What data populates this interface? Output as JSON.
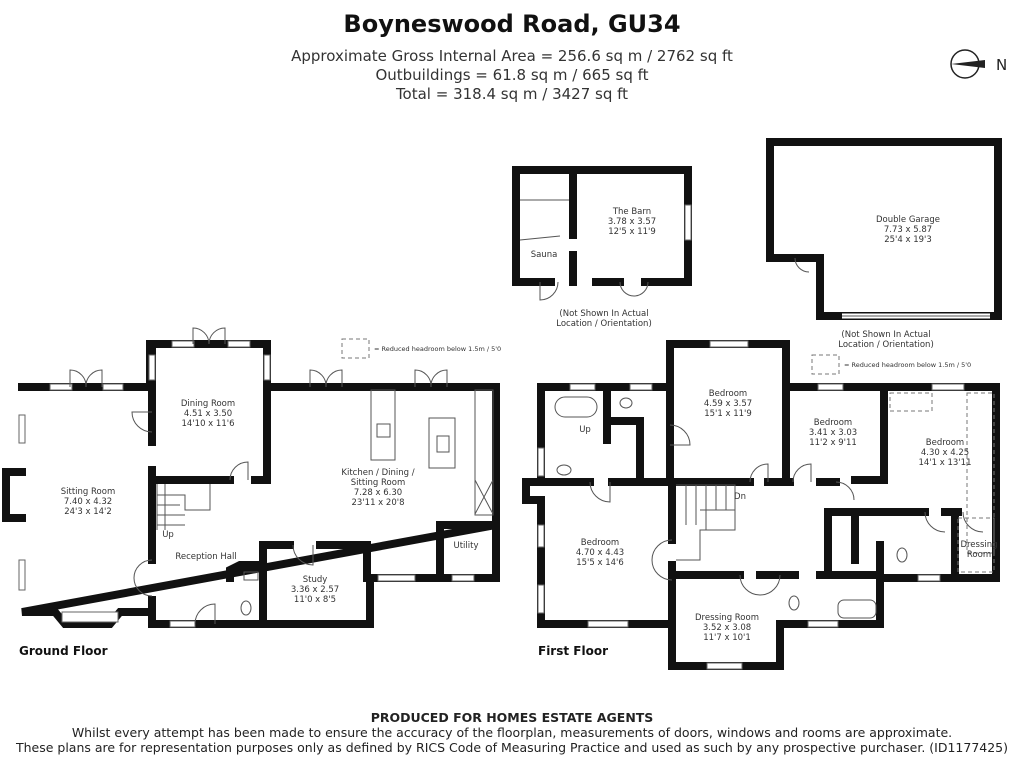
{
  "header": {
    "title": "Boyneswood Road, GU34",
    "gross_area": "Approximate Gross Internal Area = 256.6 sq m / 2762 sq ft",
    "outbuildings": "Outbuildings = 61.8 sq m / 665 sq ft",
    "total": "Total = 318.4 sq m / 3427 sq ft"
  },
  "compass": {
    "label": "N"
  },
  "legend": {
    "headroom": "= Reduced headroom below 1.5m / 5'0"
  },
  "outbuildings": {
    "barn": {
      "name": "The Barn",
      "metric": "3.78 x 3.57",
      "imperial": "12'5 x 11'9"
    },
    "sauna": {
      "name": "Sauna"
    },
    "garage": {
      "name": "Double Garage",
      "metric": "7.73 x 5.87",
      "imperial": "25'4 x 19'3"
    },
    "note_line1": "(Not Shown In Actual",
    "note_line2": "Location / Orientation)"
  },
  "ground_floor": {
    "label": "Ground Floor",
    "rooms": {
      "sitting": {
        "name": "Sitting Room",
        "metric": "7.40 x 4.32",
        "imperial": "24'3 x 14'2"
      },
      "dining": {
        "name": "Dining Room",
        "metric": "4.51 x 3.50",
        "imperial": "14'10 x 11'6"
      },
      "kitchen": {
        "name1": "Kitchen / Dining /",
        "name2": "Sitting Room",
        "metric": "7.28 x 6.30",
        "imperial": "23'11 x 20'8"
      },
      "hall": {
        "name": "Reception Hall"
      },
      "study": {
        "name": "Study",
        "metric": "3.36 x 2.57",
        "imperial": "11'0 x 8'5"
      },
      "utility": {
        "name": "Utility"
      },
      "stairs": {
        "label": "Up"
      }
    }
  },
  "first_floor": {
    "label": "First Floor",
    "rooms": {
      "bed1": {
        "name": "Bedroom",
        "metric": "4.59 x 3.57",
        "imperial": "15'1 x 11'9"
      },
      "bed2": {
        "name": "Bedroom",
        "metric": "3.41 x 3.03",
        "imperial": "11'2 x 9'11"
      },
      "bed3": {
        "name": "Bedroom",
        "metric": "4.30 x 4.25",
        "imperial": "14'1 x 13'11"
      },
      "bed4": {
        "name": "Bedroom",
        "metric": "4.70 x 4.43",
        "imperial": "15'5 x 14'6"
      },
      "dressing": {
        "name": "Dressing Room",
        "metric": "3.52 x 3.08",
        "imperial": "11'7 x 10'1"
      },
      "dressing2": {
        "name1": "Dressing",
        "name2": "Room"
      },
      "stairs_up": {
        "label": "Up"
      },
      "stairs_dn": {
        "label": "Dn"
      }
    }
  },
  "footer": {
    "producer": "PRODUCED FOR HOMES ESTATE AGENTS",
    "line1": "Whilst every attempt has been made to ensure the accuracy of the floorplan, measurements of doors, windows and rooms are approximate.",
    "line2": "These plans are for representation purposes only as defined by RICS Code of Measuring Practice and used as such by any prospective purchaser. (ID1177425)"
  }
}
